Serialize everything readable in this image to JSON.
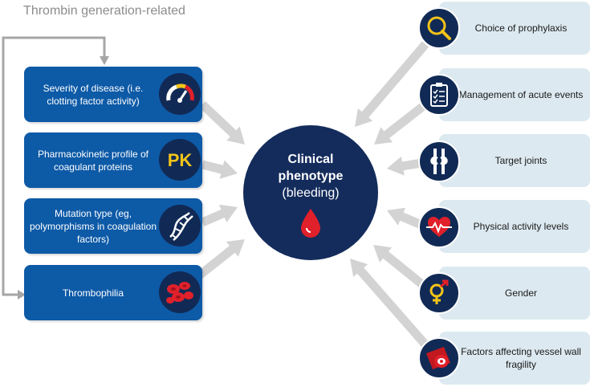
{
  "title": "Thrombin generation-related",
  "center": {
    "line1": "Clinical",
    "line2": "phenotype",
    "line3": "(bleeding)",
    "drop_icon": "blood-drop-icon"
  },
  "left_factors": [
    {
      "text": "Severity of disease (i.e. clotting factor activity)",
      "icon": "gauge-icon"
    },
    {
      "text": "Pharmacokinetic profile of coagulant proteins",
      "icon": "pk-icon",
      "icon_text": "PK"
    },
    {
      "text": "Mutation type (eg, polymorphisms in coagulation factors)",
      "icon": "dna-icon"
    },
    {
      "text": "Thrombophilia",
      "icon": "blood-cells-icon"
    }
  ],
  "right_factors": [
    {
      "text": "Choice of prophylaxis",
      "icon": "magnifier-icon"
    },
    {
      "text": "Management of acute events",
      "icon": "clipboard-icon"
    },
    {
      "text": "Target joints",
      "icon": "joint-icon"
    },
    {
      "text": "Physical activity levels",
      "icon": "heartbeat-icon"
    },
    {
      "text": "Gender",
      "icon": "gender-icon"
    },
    {
      "text": "Factors affecting vessel wall fragility",
      "icon": "vessel-icon"
    }
  ],
  "colors": {
    "left_box": "#0d5aa7",
    "right_box": "#dce9f0",
    "center": "#142c5c",
    "icon_bg": "#112a55",
    "accent_red": "#e0202a",
    "accent_yellow": "#f2c419",
    "arrow": "#d3d3d3",
    "title": "#8c8c8c"
  }
}
